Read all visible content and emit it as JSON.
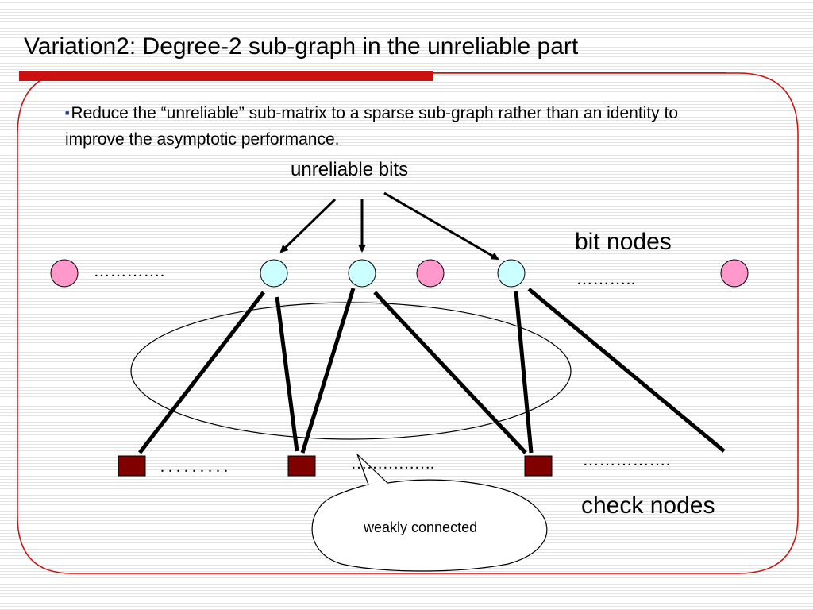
{
  "slide": {
    "title": "Variation2: Degree-2 sub-graph in the unreliable part",
    "bullet_marker": "■",
    "bullet_text": "Reduce the “unreliable” sub-matrix to a sparse sub-graph rather than an identity to improve the asymptotic performance."
  },
  "diagram": {
    "label_unreliable_bits": "unreliable bits",
    "label_bit_nodes": "bit nodes",
    "label_check_nodes": "check nodes",
    "callout_text": "weakly connected",
    "dots_bits_left": "………….",
    "dots_bits_right": "………..",
    "dots_checks_left": ".........",
    "dots_checks_mid": "…………….",
    "dots_checks_right": "……………."
  },
  "colors": {
    "title_bar": "#cc1111",
    "frame": "#cc1111",
    "reliable_bit_node": "#ff99cc",
    "unreliable_bit_node": "#ccffff",
    "check_node": "#800000",
    "bullet": "#1f3a93"
  }
}
